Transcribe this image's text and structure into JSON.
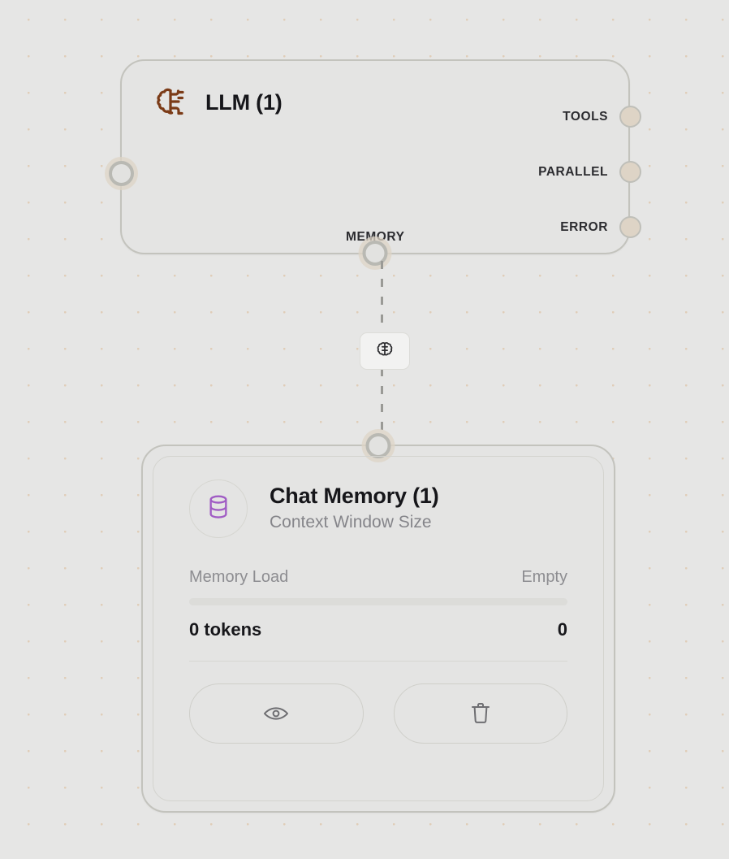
{
  "canvas": {
    "background_color": "#e6e6e5",
    "grid_dot_color": "#e0cdb8"
  },
  "llm_node": {
    "title": "LLM (1)",
    "icon": "brain-icon",
    "icon_color": "#7b3b17",
    "input_port_name": "input",
    "output_ports": [
      {
        "label": "TOOLS",
        "name": "tools"
      },
      {
        "label": "PARALLEL",
        "name": "parallel"
      },
      {
        "label": "ERROR",
        "name": "error"
      }
    ],
    "memory_port_label": "MEMORY"
  },
  "connector": {
    "style": "dashed",
    "color": "#9a9a96",
    "badge_icon": "brain-icon"
  },
  "chat_memory_node": {
    "title": "Chat Memory (1)",
    "subtitle": "Context Window Size",
    "icon": "database-icon",
    "icon_color": "#a05cc4",
    "memory_load_label": "Memory Load",
    "memory_load_status": "Empty",
    "progress_percent": 0,
    "tokens_label": "0 tokens",
    "tokens_value": "0",
    "actions": [
      {
        "name": "view",
        "icon": "eye-icon"
      },
      {
        "name": "delete",
        "icon": "trash-icon"
      }
    ]
  }
}
